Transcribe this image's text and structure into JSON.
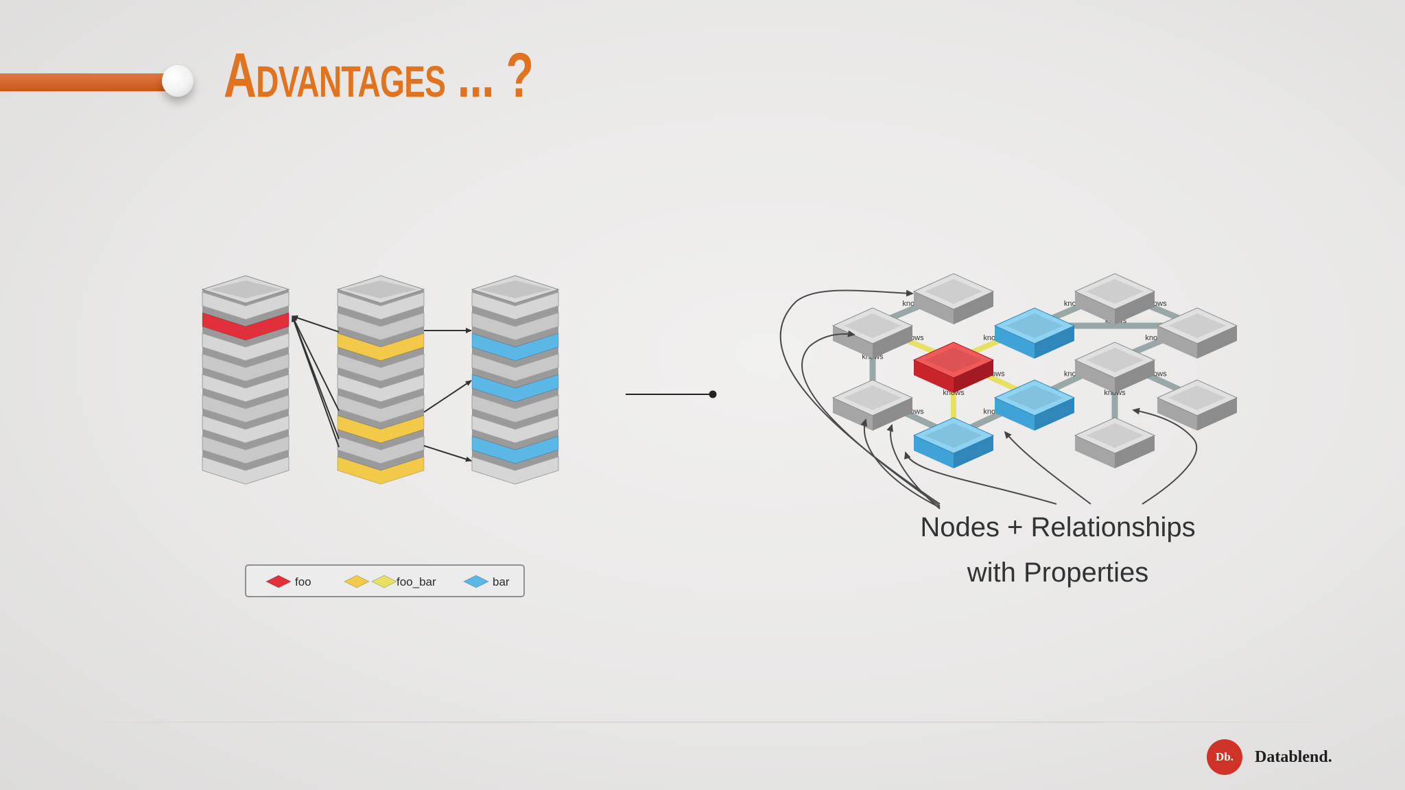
{
  "slide": {
    "title": "Advantages ... ?"
  },
  "colors": {
    "accent": "#e0731f",
    "foo": "#e0303c",
    "foo_bar": "#f3c94a",
    "bar": "#5ab7e6",
    "brand": "#cf3327"
  },
  "left_diagram": {
    "legend": [
      {
        "label": "foo",
        "color_key": "foo"
      },
      {
        "label": "foo_bar",
        "color_key": "foo_bar"
      },
      {
        "label": "bar",
        "color_key": "bar"
      }
    ]
  },
  "right_diagram": {
    "caption_line1": "Nodes + Relationships",
    "caption_line2": "with Properties",
    "edge_label": "knows"
  },
  "brand": {
    "badge": "Db.",
    "name": "Datablend."
  }
}
